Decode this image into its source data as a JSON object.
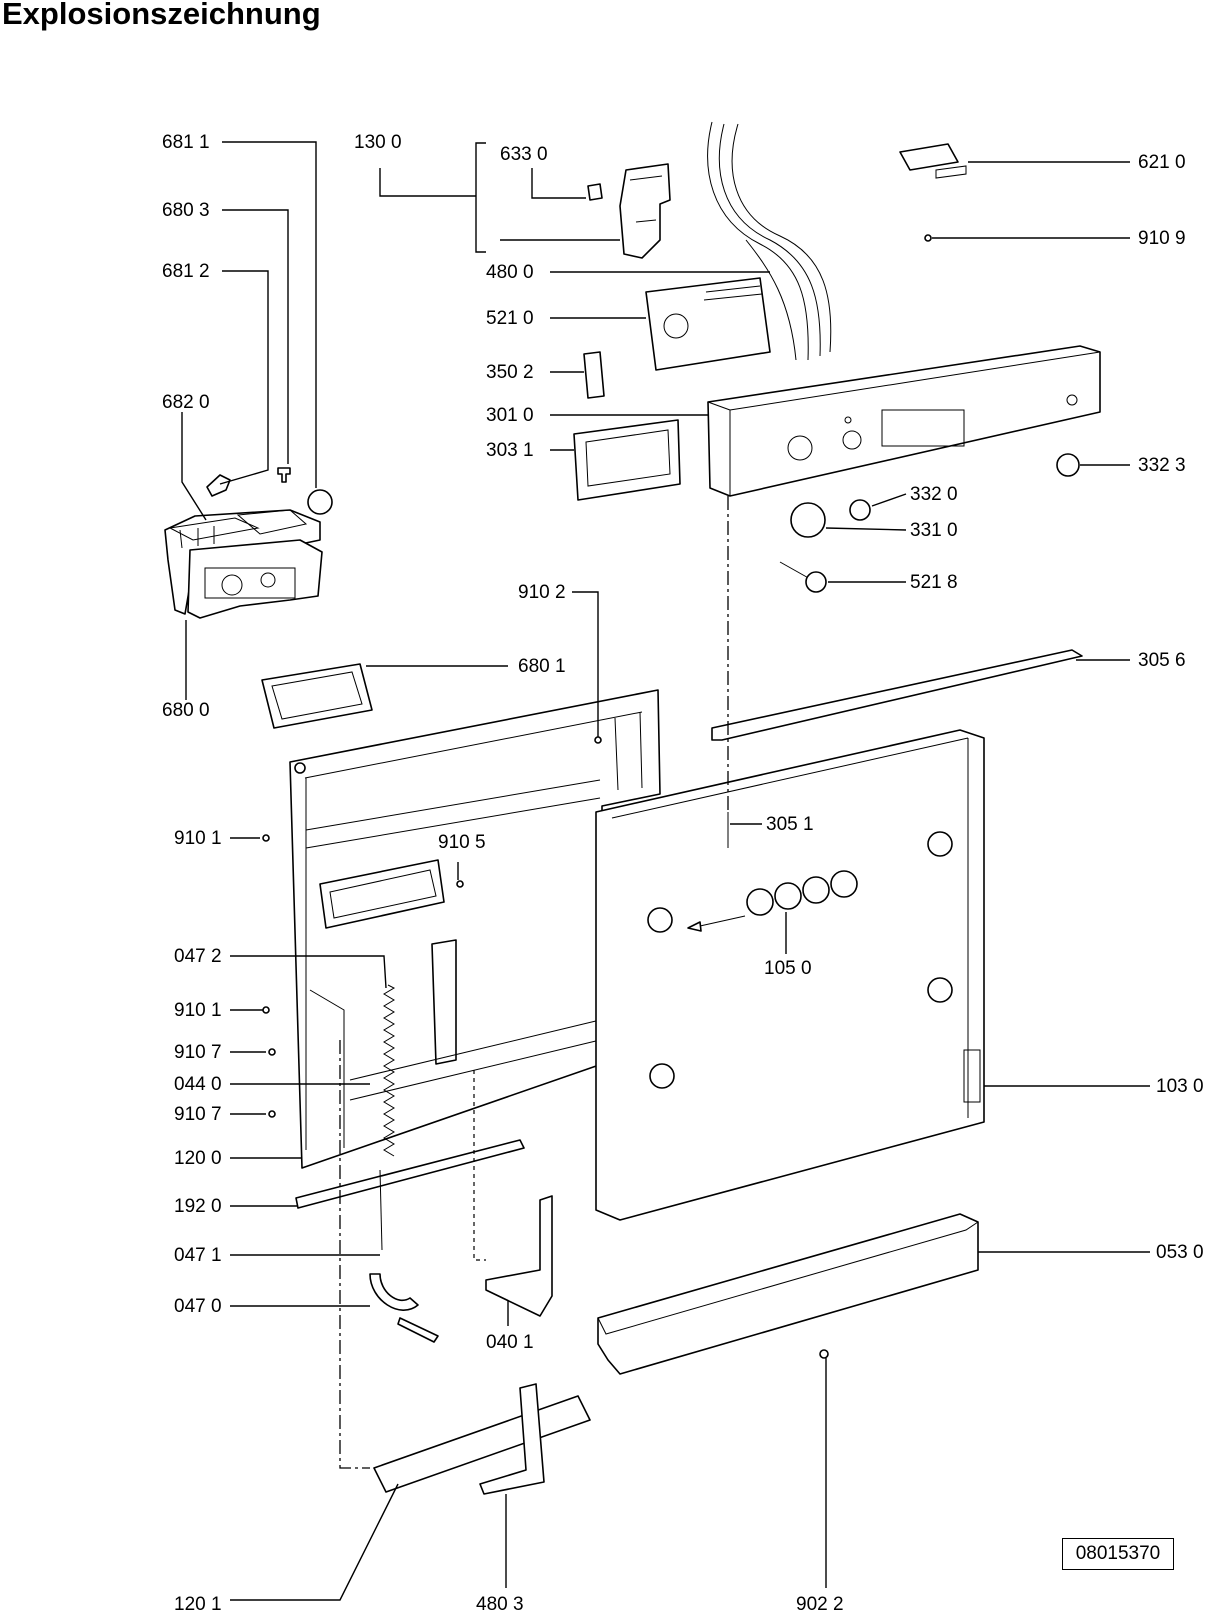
{
  "title": "Explosionszeichnung",
  "drawing_number": "08015370",
  "parts": [
    {
      "id": "p6811",
      "label": "681 1"
    },
    {
      "id": "p6803",
      "label": "680 3"
    },
    {
      "id": "p6812",
      "label": "681 2"
    },
    {
      "id": "p6820",
      "label": "682 0"
    },
    {
      "id": "p6800",
      "label": "680 0"
    },
    {
      "id": "p6801",
      "label": "680 1"
    },
    {
      "id": "p1300",
      "label": "130 0"
    },
    {
      "id": "p6330",
      "label": "633 0"
    },
    {
      "id": "p4800",
      "label": "480 0"
    },
    {
      "id": "p5210",
      "label": "521 0"
    },
    {
      "id": "p3502",
      "label": "350 2"
    },
    {
      "id": "p3010",
      "label": "301 0"
    },
    {
      "id": "p3031",
      "label": "303 1"
    },
    {
      "id": "p6210",
      "label": "621 0"
    },
    {
      "id": "p9109",
      "label": "910 9"
    },
    {
      "id": "p3323",
      "label": "332 3"
    },
    {
      "id": "p3320",
      "label": "332 0"
    },
    {
      "id": "p3310",
      "label": "331 0"
    },
    {
      "id": "p5218",
      "label": "521 8"
    },
    {
      "id": "p9102",
      "label": "910 2"
    },
    {
      "id": "p3056",
      "label": "305 6"
    },
    {
      "id": "p3051",
      "label": "305 1"
    },
    {
      "id": "p9101a",
      "label": "910 1"
    },
    {
      "id": "p9105",
      "label": "910 5"
    },
    {
      "id": "p1050",
      "label": "105 0"
    },
    {
      "id": "p0472",
      "label": "047 2"
    },
    {
      "id": "p9101b",
      "label": "910 1"
    },
    {
      "id": "p9107a",
      "label": "910 7"
    },
    {
      "id": "p0440",
      "label": "044 0"
    },
    {
      "id": "p9107b",
      "label": "910 7"
    },
    {
      "id": "p1030",
      "label": "103 0"
    },
    {
      "id": "p1200",
      "label": "120 0"
    },
    {
      "id": "p1920",
      "label": "192 0"
    },
    {
      "id": "p0471",
      "label": "047 1"
    },
    {
      "id": "p0530",
      "label": "053 0"
    },
    {
      "id": "p0470",
      "label": "047 0"
    },
    {
      "id": "p0401",
      "label": "040 1"
    },
    {
      "id": "p1201",
      "label": "120 1"
    },
    {
      "id": "p4803",
      "label": "480 3"
    },
    {
      "id": "p9022",
      "label": "902 2"
    }
  ]
}
